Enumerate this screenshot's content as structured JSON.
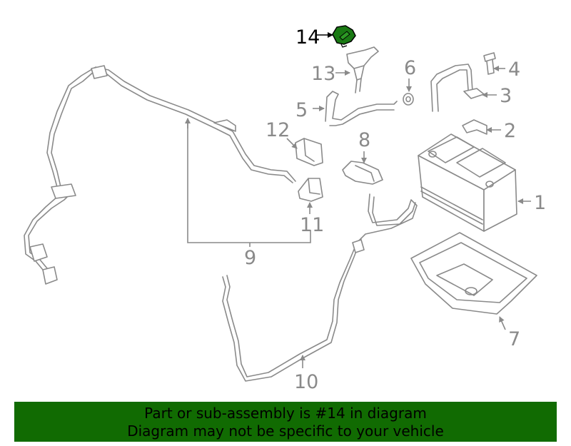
{
  "highlight_color": "#1a7a14",
  "banner_color": "#116b02",
  "callouts": {
    "c1": "1",
    "c2": "2",
    "c3": "3",
    "c4": "4",
    "c5": "5",
    "c6": "6",
    "c7": "7",
    "c8": "8",
    "c9": "9",
    "c10": "10",
    "c11": "11",
    "c12": "12",
    "c13": "13",
    "c14": "14"
  },
  "banner": {
    "line1": "Part or sub-assembly is #14 in diagram",
    "line2": "Diagram may not be specific to your vehicle"
  }
}
